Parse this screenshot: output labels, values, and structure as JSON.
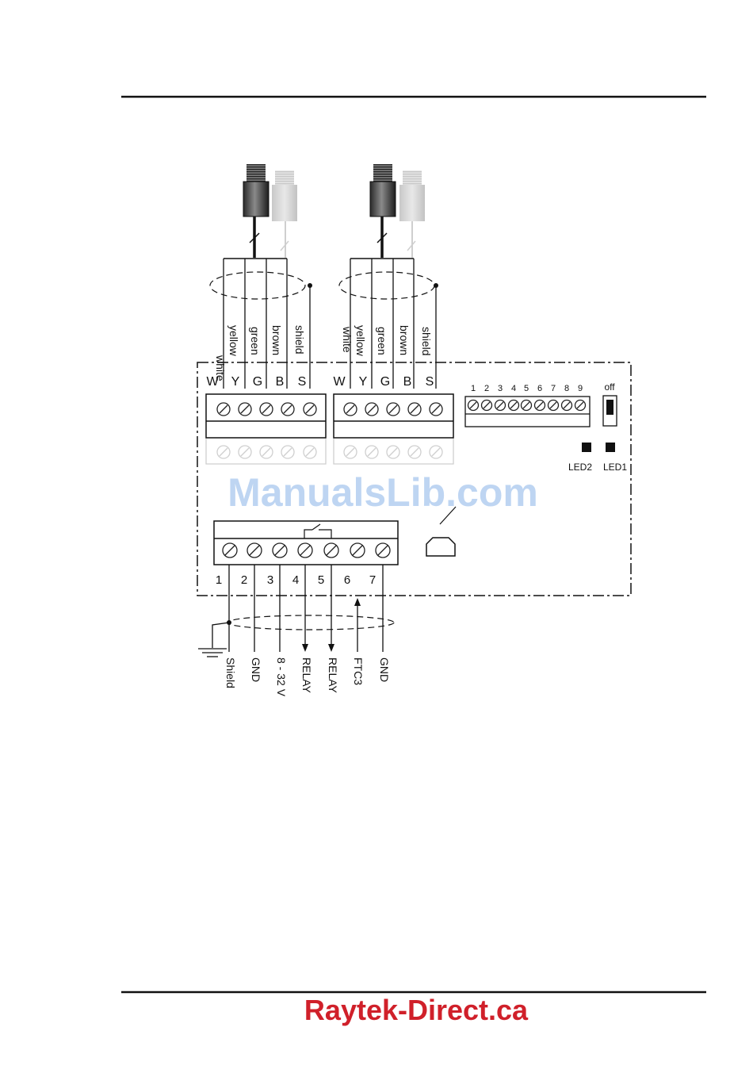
{
  "sensor_heads": [
    {
      "wire_colors": [
        "white",
        "yellow",
        "green",
        "brown",
        "shield"
      ],
      "terminal_letters": [
        "W",
        "Y",
        "G",
        "B",
        "S"
      ]
    },
    {
      "wire_colors": [
        "white",
        "yellow",
        "green",
        "brown",
        "shield"
      ],
      "terminal_letters": [
        "W",
        "Y",
        "G",
        "B",
        "S"
      ]
    }
  ],
  "small_terminal_numbers": [
    "1",
    "2",
    "3",
    "4",
    "5",
    "6",
    "7",
    "8",
    "9"
  ],
  "switch_label": "off",
  "leds": [
    "LED2",
    "LED1"
  ],
  "main_terminal_numbers": [
    "1",
    "2",
    "3",
    "4",
    "5",
    "6",
    "7"
  ],
  "output_signals": [
    "Shield",
    "GND",
    "8 - 32 V",
    "RELAY",
    "RELAY",
    "FTC3",
    "GND"
  ],
  "watermark": "ManualsLib.com",
  "footer_brand": "Raytek-Direct.ca"
}
